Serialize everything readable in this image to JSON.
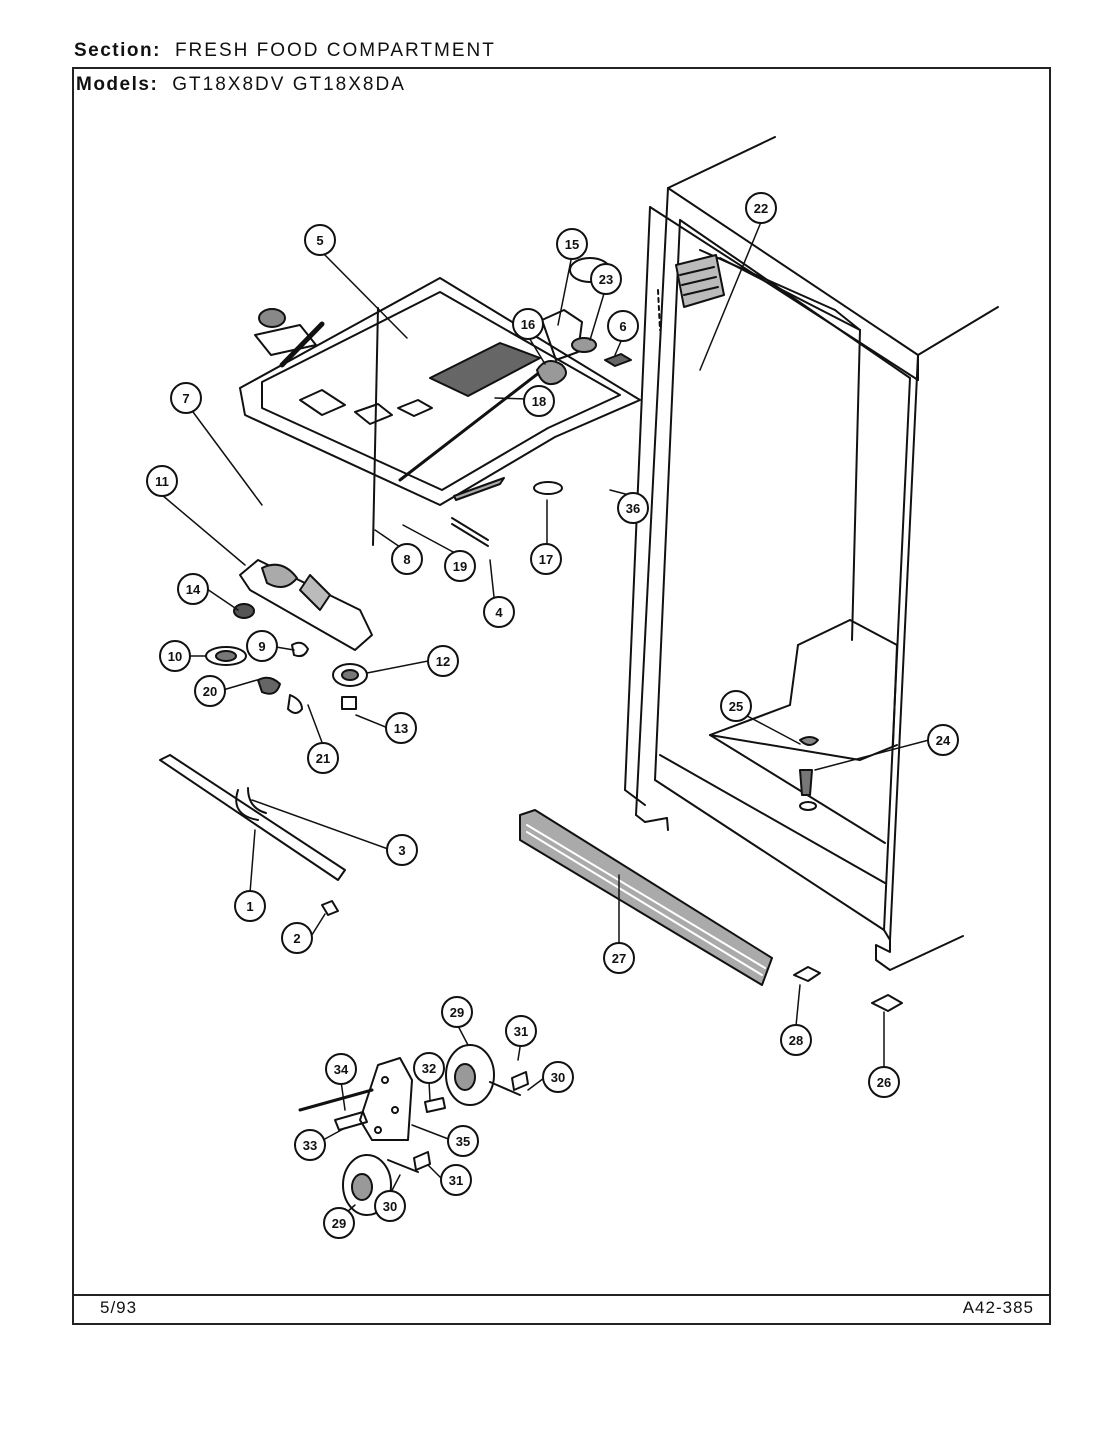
{
  "header": {
    "section_label": "Section:",
    "section_value": "FRESH FOOD COMPARTMENT",
    "models_label": "Models:",
    "models_value": "GT18X8DV   GT18X8DA"
  },
  "footer": {
    "date": "5/93",
    "code": "A42-385"
  },
  "callouts": [
    "1",
    "2",
    "3",
    "4",
    "5",
    "6",
    "7",
    "8",
    "9",
    "10",
    "11",
    "12",
    "13",
    "14",
    "15",
    "16",
    "17",
    "18",
    "19",
    "20",
    "21",
    "22",
    "23",
    "24",
    "25",
    "26",
    "27",
    "28",
    "29",
    "29",
    "30",
    "30",
    "31",
    "31",
    "32",
    "33",
    "34",
    "35",
    "36"
  ]
}
